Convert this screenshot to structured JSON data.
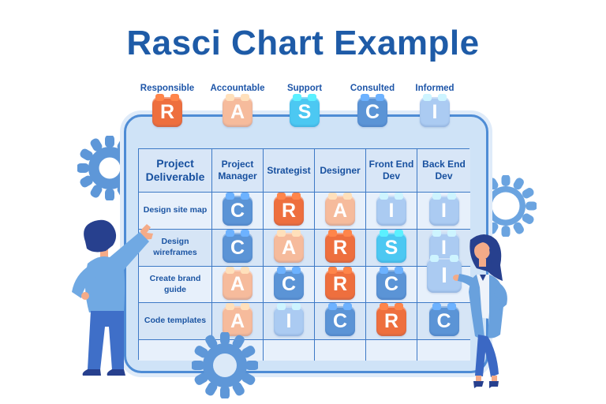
{
  "title": "Rasci Chart Example",
  "legend": {
    "items": [
      {
        "label": "Responsible",
        "letter": "R"
      },
      {
        "label": "Accountable",
        "letter": "A"
      },
      {
        "label": "Support",
        "letter": "S"
      },
      {
        "label": "Consulted",
        "letter": "C"
      },
      {
        "label": "Informed",
        "letter": "I"
      }
    ]
  },
  "matrix": {
    "headers": [
      "Project Deliverable",
      "Project Manager",
      "Strategist",
      "Designer",
      "Front End Dev",
      "Back End Dev"
    ],
    "rows": [
      {
        "label": "Design site map",
        "cells": [
          "C",
          "R",
          "A",
          "I",
          "I"
        ]
      },
      {
        "label": "Design wireframes",
        "cells": [
          "C",
          "A",
          "R",
          "S",
          "I"
        ]
      },
      {
        "label": "Create brand guide",
        "cells": [
          "A",
          "C",
          "R",
          "C",
          ""
        ]
      },
      {
        "label": "Code templates",
        "cells": [
          "A",
          "I",
          "C",
          "R",
          "C"
        ]
      }
    ]
  },
  "held_tile": {
    "letter": "I"
  },
  "colors": {
    "responsible_orange": "#ee6f3e",
    "accountable_peach": "#f6bb9c",
    "support_cyan": "#4cc8f2",
    "consulted_blue": "#5b94d6",
    "informed_lightblue": "#abcbf2",
    "title_blue": "#1e5ba7",
    "board_border": "#4e8cd5",
    "board_fill": "#cfe3f7",
    "grid_line": "#3d79c6"
  }
}
